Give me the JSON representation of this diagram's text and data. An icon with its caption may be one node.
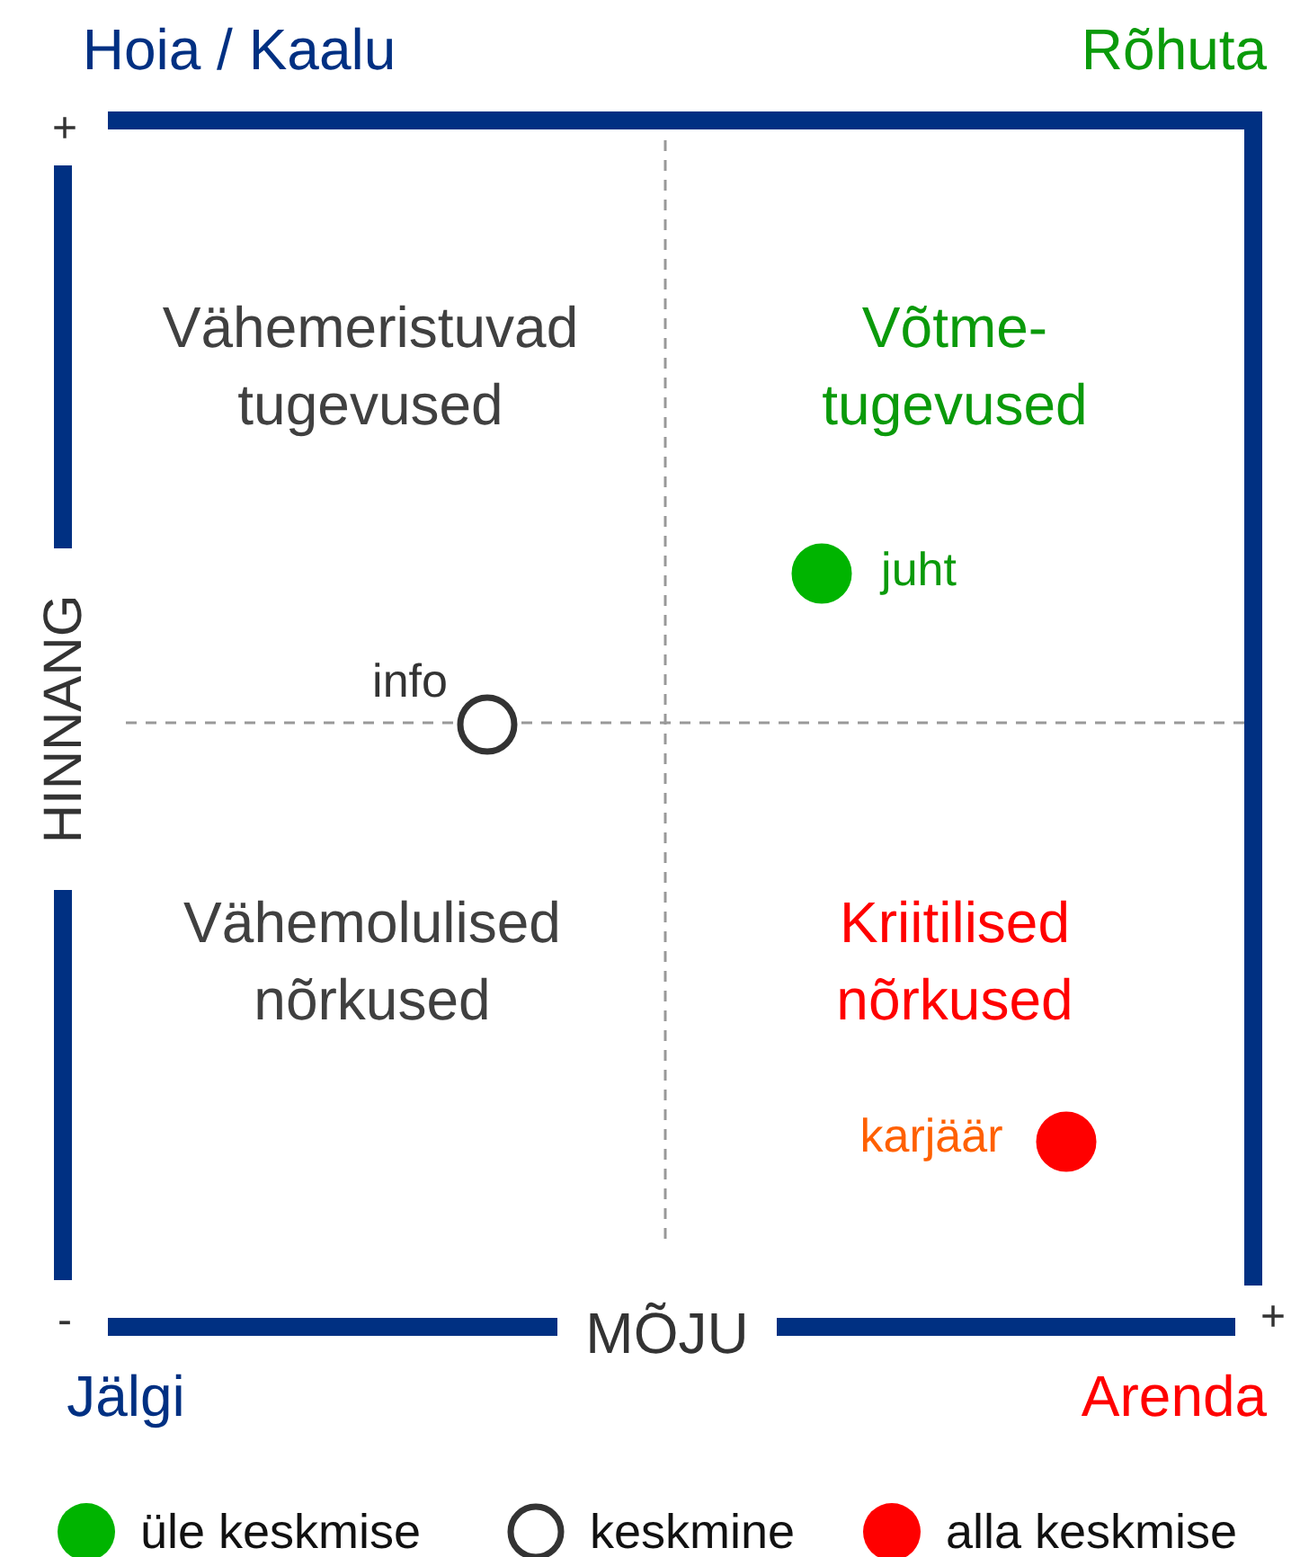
{
  "diagram": {
    "labels": [
      "Hoia / Kaalu",
      "Rõhuta",
      "+",
      "Vähemeristuvad tugevused",
      "Võtme- tugevused",
      "HINNANG",
      "juht",
      "info",
      "Vähemolulised nõrkused",
      "Kriitilised nõrkused",
      "karjäär",
      "-",
      "MÕJU",
      "+",
      "Jälgi",
      "Arenda"
    ],
    "legend": [
      {
        "text": "üle keskmise",
        "color": "#00b400"
      },
      {
        "text": "keskmine"
      },
      {
        "text": "alla keskmise",
        "color": "#ff0000"
      }
    ]
  }
}
